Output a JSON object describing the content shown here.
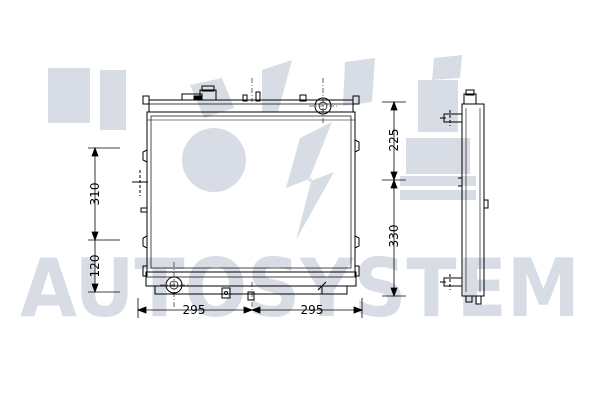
{
  "watermark": {
    "text": "AUTOSYSTEM",
    "color": "#d8dce4"
  },
  "colors": {
    "line": "#000000",
    "background": "#ffffff"
  },
  "dimensions": {
    "upper_core_height": "310",
    "lower_offset": "120",
    "left_width": "295",
    "right_width": "295",
    "side_upper": "225",
    "side_lower": "330"
  }
}
